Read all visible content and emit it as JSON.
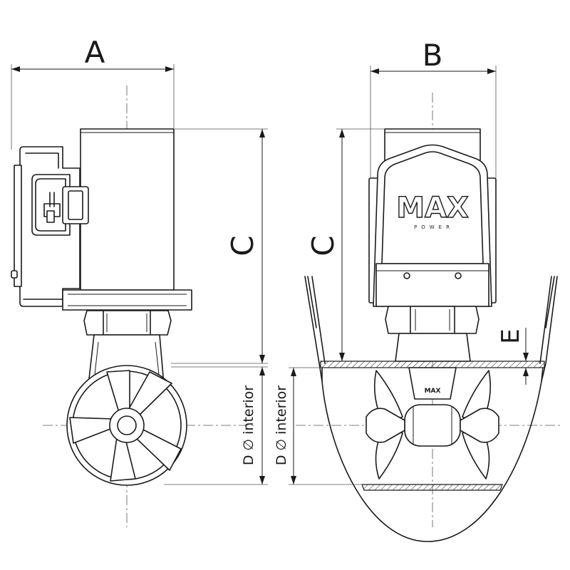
{
  "dimension_labels": {
    "a": "A",
    "b": "B",
    "c_side": "C",
    "c_front": "C",
    "d_side": "D ∅ interior",
    "d_front": "D ∅ interior",
    "e": "E"
  },
  "logo": {
    "brand": "MAX",
    "sub": "POWER",
    "tunnel_brand": "MAX"
  },
  "colors": {
    "line": "#1a1a1a",
    "background": "#ffffff"
  }
}
